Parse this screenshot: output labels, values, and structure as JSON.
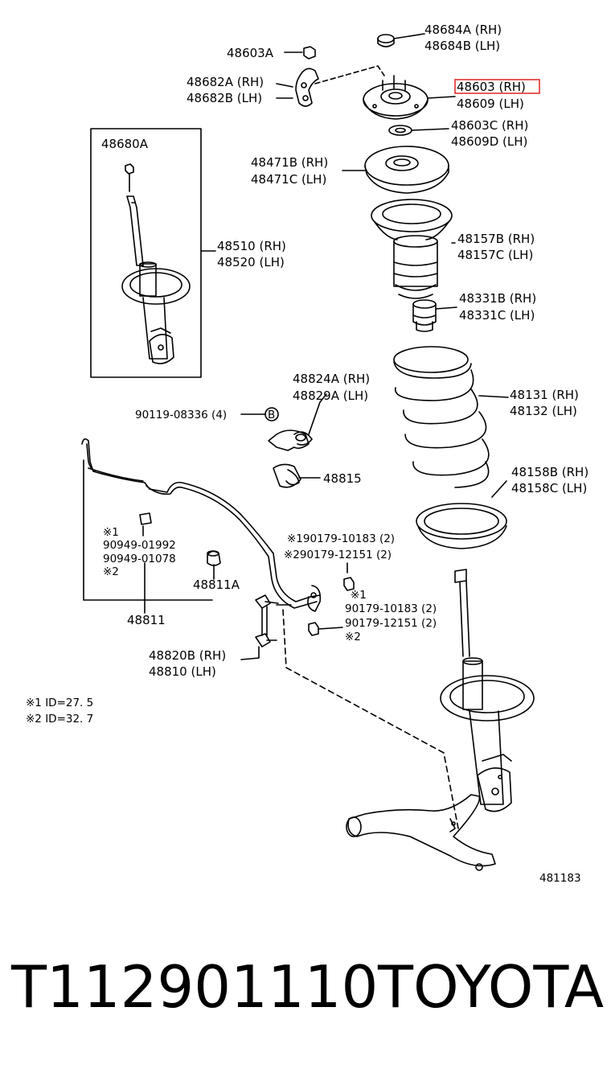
{
  "diagram": {
    "labels": {
      "l48684a": "48684A (RH)",
      "l48684b": "48684B (LH)",
      "l48603a": "48603A",
      "l48682a": "48682A (RH)",
      "l48682b": "48682B (LH)",
      "l48603": "48603 (RH)",
      "l48609": "48609 (LH)",
      "l48603c": "48603C (RH)",
      "l48609d": "48609D (LH)",
      "l48680a": "48680A",
      "l48471b": "48471B (RH)",
      "l48471c": "48471C (LH)",
      "l48157b": "48157B (RH)",
      "l48157c": "48157C (LH)",
      "l48510": "48510 (RH)",
      "l48520": "48520 (LH)",
      "l48331b": "48331B (RH)",
      "l48331c": "48331C (LH)",
      "l48824a": "48824A (RH)",
      "l48829a": "48829A (LH)",
      "l48131": "48131 (RH)",
      "l48132": "48132 (LH)",
      "l90119": "90119-08336 (4)",
      "b_marker": "B",
      "l48815": "48815",
      "l48158b": "48158B (RH)",
      "l48158c": "48158C (LH)",
      "n1a": "※1",
      "l90949_01992": "90949-01992",
      "l90949_01078": "90949-01078",
      "n2a": "※2",
      "l190179": "※190179-10183 (2)",
      "l290179": "※290179-12151 (2)",
      "l48811a": "48811A",
      "n1b": "※1",
      "l90179_10183": "90179-10183 (2)",
      "l90179_12151": "90179-12151 (2)",
      "n2b": "※2",
      "l48811": "48811",
      "l48820b": "48820B (RH)",
      "l48810": "48810   (LH)",
      "note1": "※1 ID=27. 5",
      "note2": "※2 ID=32. 7",
      "fig_no": "481183"
    }
  },
  "footer": {
    "part_number": "T112901110",
    "brand": "TOYOTA"
  },
  "colors": {
    "line": "#000000",
    "highlight": "#e03030"
  }
}
